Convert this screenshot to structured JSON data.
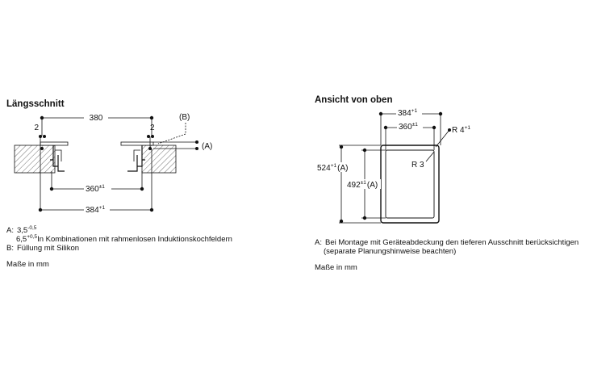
{
  "left": {
    "title": "Längsschnitt",
    "dim_380": "380",
    "dim_2_left": "2",
    "dim_2_right": "2",
    "label_B": "(B)",
    "label_A": "(A)",
    "dim_360": "360",
    "dim_360_tol": "±1",
    "dim_384": "384",
    "dim_384_tol": "+1",
    "legend": {
      "a_key": "A:",
      "a_line1_value": "3,5",
      "a_line1_tol": "-0,5",
      "a_line2_value": "6,5",
      "a_line2_tol": "+0,5",
      "a_line2_text": "In Kombinationen mit rahmenlosen Induktionskochfeldern",
      "b_key": "B:",
      "b_text": "Füllung mit Silikon"
    },
    "units": "Maße in mm"
  },
  "right": {
    "title": "Ansicht von oben",
    "dim_384": "384",
    "dim_384_tol": "+1",
    "dim_360": "360",
    "dim_360_tol": "±1",
    "r4": "R 4",
    "r4_tol": "+1",
    "r3": "R 3",
    "dim_524": "524",
    "dim_524_tol": "+1",
    "dim_524_ref": "(A)",
    "dim_492": "492",
    "dim_492_tol": "±1",
    "dim_492_ref": "(A)",
    "note_key": "A:",
    "note_line1": "Bei Montage mit Geräteabdeckung den tieferen Ausschnitt berücksichtigen",
    "note_line2": "(separate Planungshinweise beachten)",
    "units": "Maße in mm"
  }
}
